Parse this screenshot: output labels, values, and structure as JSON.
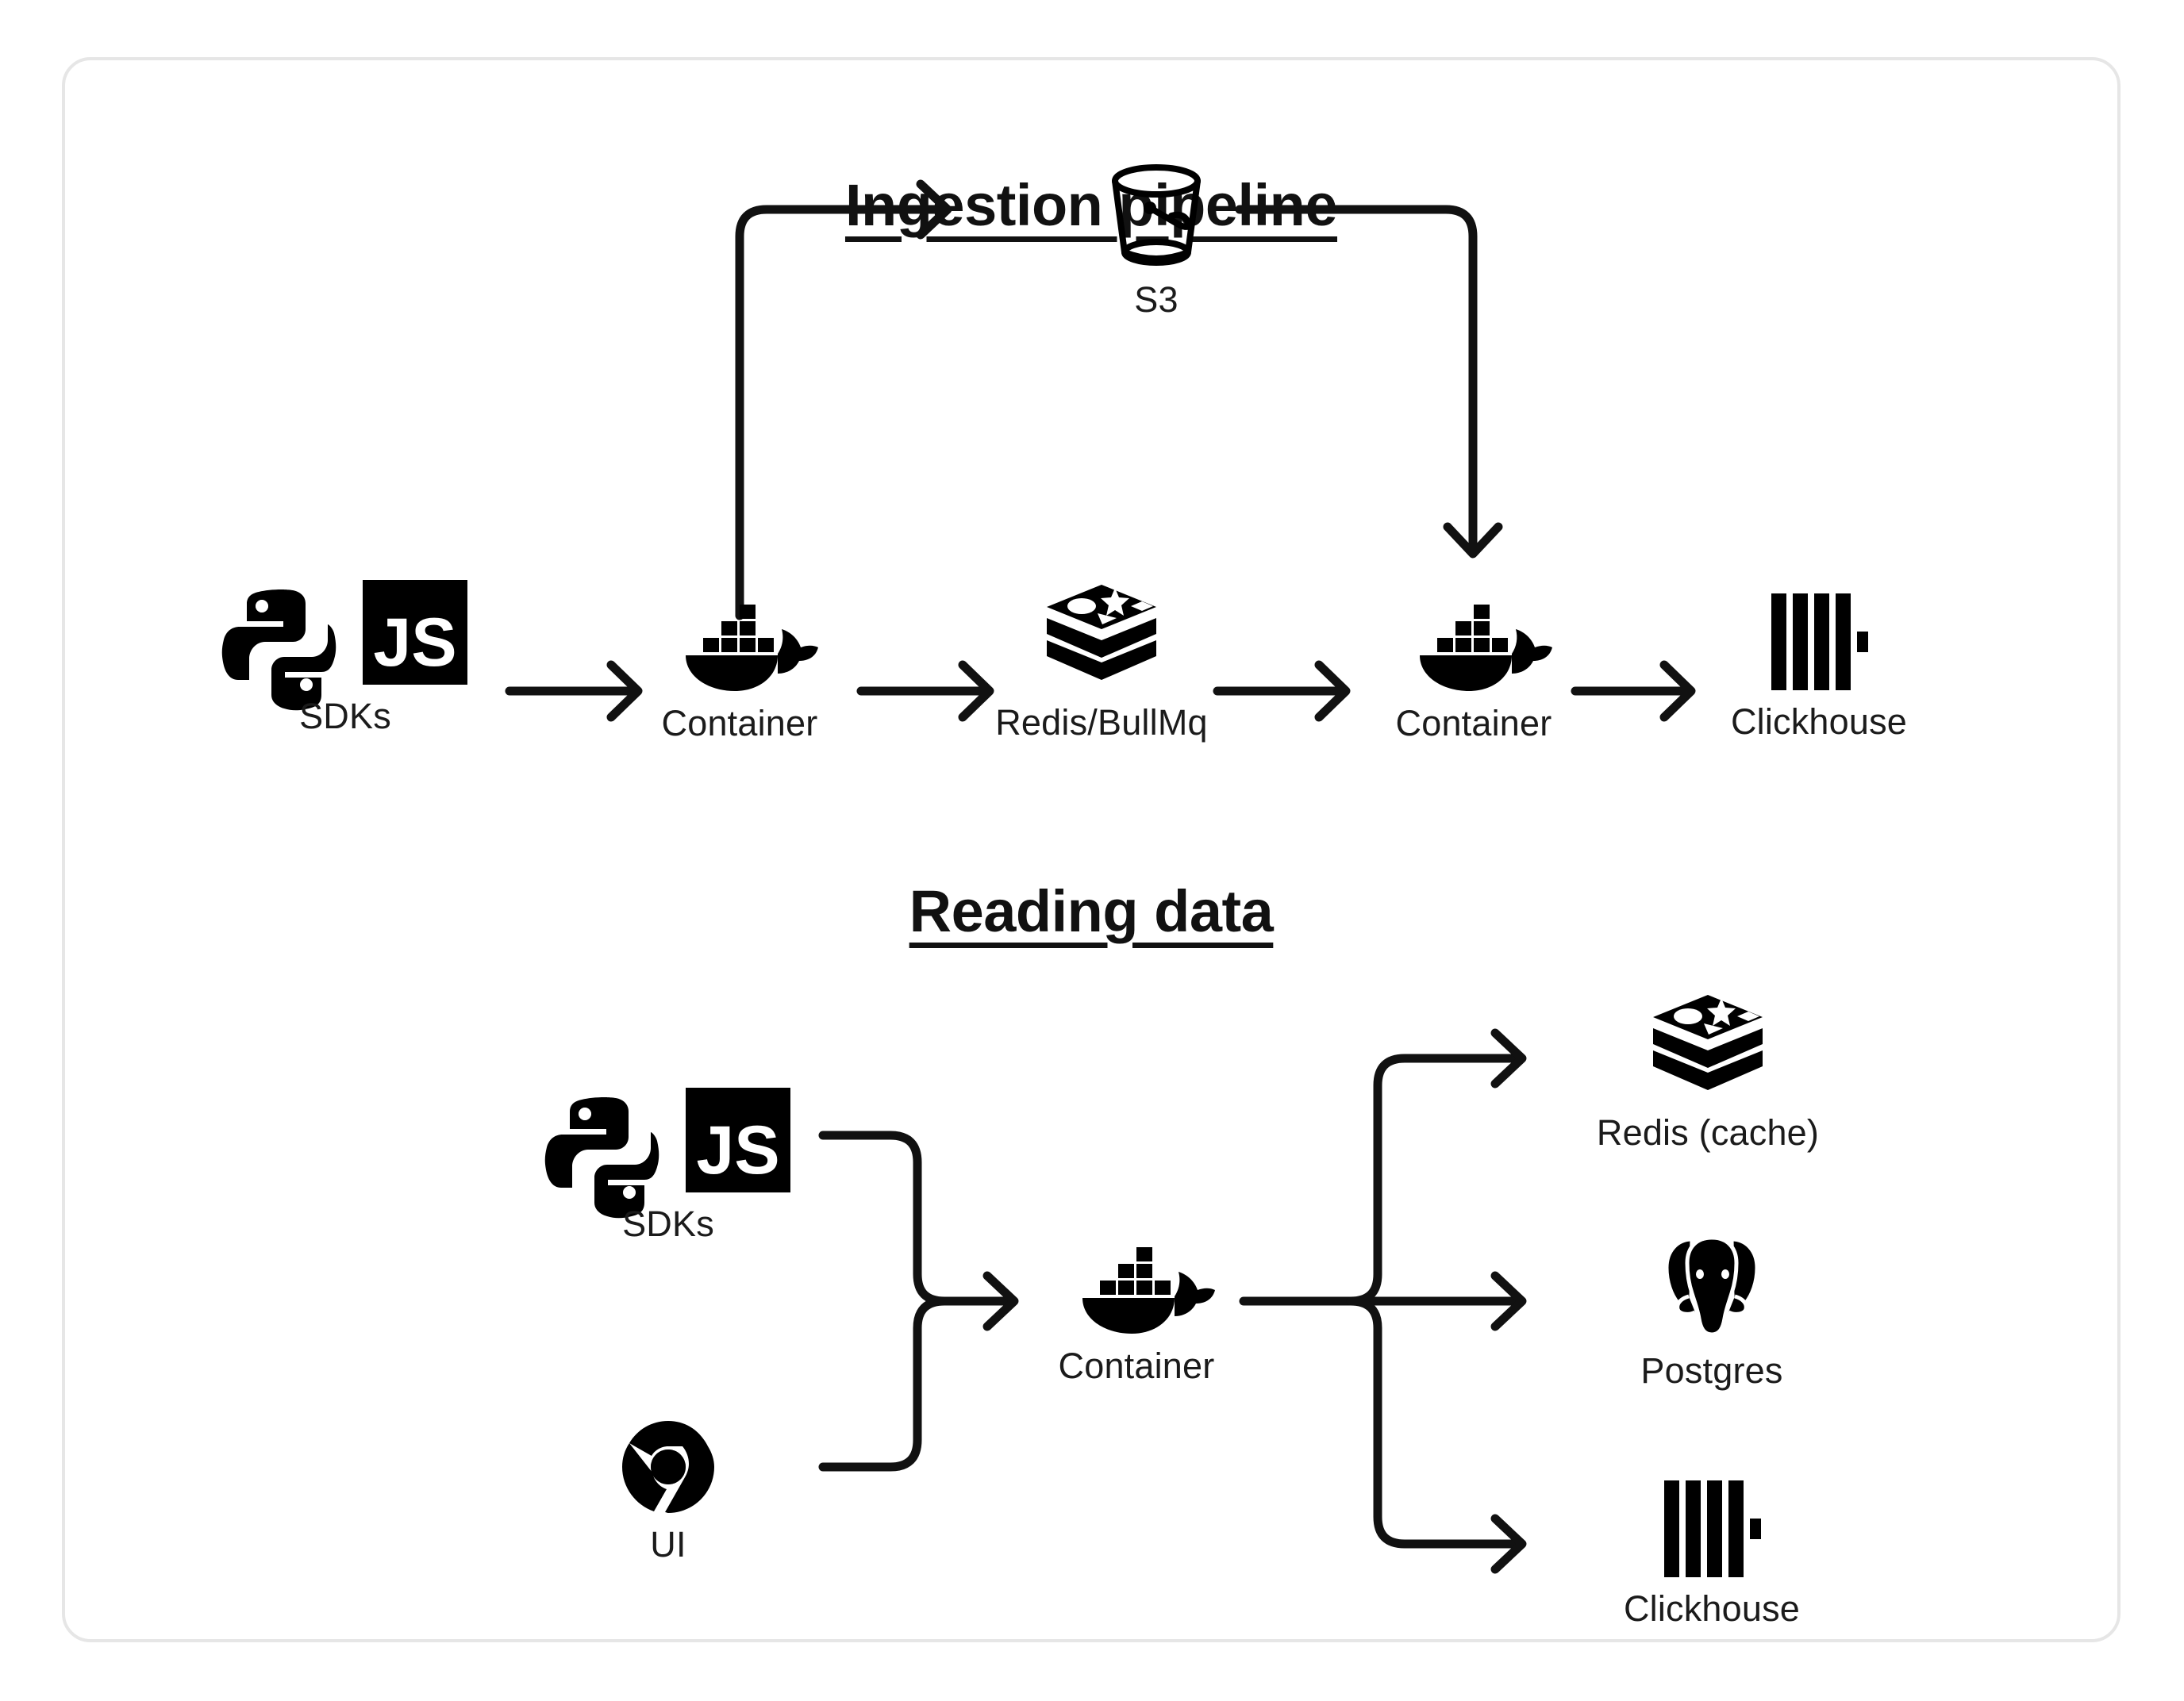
{
  "diagram": {
    "type": "architecture-flow",
    "card": {
      "background": "#ffffff",
      "border_color": "#e6e6e6"
    },
    "ink_color": "#111111",
    "sections": [
      {
        "id": "ingestion",
        "title": "Ingestion pipeline",
        "nodes": [
          {
            "id": "sdks-ingest",
            "label": "SDKs",
            "icon": "python-js-sdk-icon"
          },
          {
            "id": "container-ingest-1",
            "label": "Container",
            "icon": "docker-whale-icon"
          },
          {
            "id": "redis-bullmq",
            "label": "Redis/BullMq",
            "icon": "redis-stack-icon"
          },
          {
            "id": "container-ingest-2",
            "label": "Container",
            "icon": "docker-whale-icon"
          },
          {
            "id": "clickhouse-ingest",
            "label": "Clickhouse",
            "icon": "clickhouse-bars-icon"
          },
          {
            "id": "s3",
            "label": "S3",
            "icon": "bucket-icon"
          }
        ],
        "edges": [
          {
            "from": "sdks-ingest",
            "to": "container-ingest-1",
            "style": "straight-arrow"
          },
          {
            "from": "container-ingest-1",
            "to": "redis-bullmq",
            "style": "straight-arrow"
          },
          {
            "from": "redis-bullmq",
            "to": "container-ingest-2",
            "style": "straight-arrow"
          },
          {
            "from": "container-ingest-2",
            "to": "clickhouse-ingest",
            "style": "straight-arrow"
          },
          {
            "from": "container-ingest-1",
            "to": "s3",
            "style": "up-then-right-arrow"
          },
          {
            "from": "s3",
            "to": "container-ingest-2",
            "style": "right-then-down-arrow"
          }
        ]
      },
      {
        "id": "reading",
        "title": "Reading data",
        "nodes": [
          {
            "id": "sdks-read",
            "label": "SDKs",
            "icon": "python-js-sdk-icon"
          },
          {
            "id": "ui",
            "label": "UI",
            "icon": "chrome-icon"
          },
          {
            "id": "container-read",
            "label": "Container",
            "icon": "docker-whale-icon"
          },
          {
            "id": "redis-cache",
            "label": "Redis (cache)",
            "icon": "redis-stack-icon"
          },
          {
            "id": "postgres",
            "label": "Postgres",
            "icon": "postgres-elephant-icon"
          },
          {
            "id": "clickhouse-read",
            "label": "Clickhouse",
            "icon": "clickhouse-bars-icon"
          }
        ],
        "edges": [
          {
            "from": "sdks-read",
            "to": "container-read",
            "style": "merge-from-top"
          },
          {
            "from": "ui",
            "to": "container-read",
            "style": "merge-from-bottom"
          },
          {
            "from": "container-read",
            "to": "redis-cache",
            "style": "fan-out-up-arrow"
          },
          {
            "from": "container-read",
            "to": "postgres",
            "style": "fan-out-straight-arrow"
          },
          {
            "from": "container-read",
            "to": "clickhouse-read",
            "style": "fan-out-down-arrow"
          }
        ]
      }
    ]
  }
}
